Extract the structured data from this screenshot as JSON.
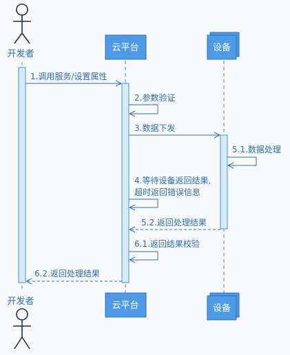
{
  "participants": {
    "developer": "开发者",
    "platform": "云平台",
    "device": "设备"
  },
  "messages": {
    "m1": "1.调用服务/设置属性",
    "m2": "2.参数验证",
    "m3": "3.数据下发",
    "m51": "5.1.数据处理",
    "m4_line1": "4.等待设备返回结果,",
    "m4_line2": "超时返回错误信息",
    "m52": "5.2.返回处理结果",
    "m61": "6.1.返回结果校验",
    "m62": "6.2.返回处理结果"
  },
  "colors": {
    "accent": "#4d9be6",
    "line": "#2f6fb0",
    "activation": "#d6ebf8",
    "actor": "#1c3550"
  }
}
